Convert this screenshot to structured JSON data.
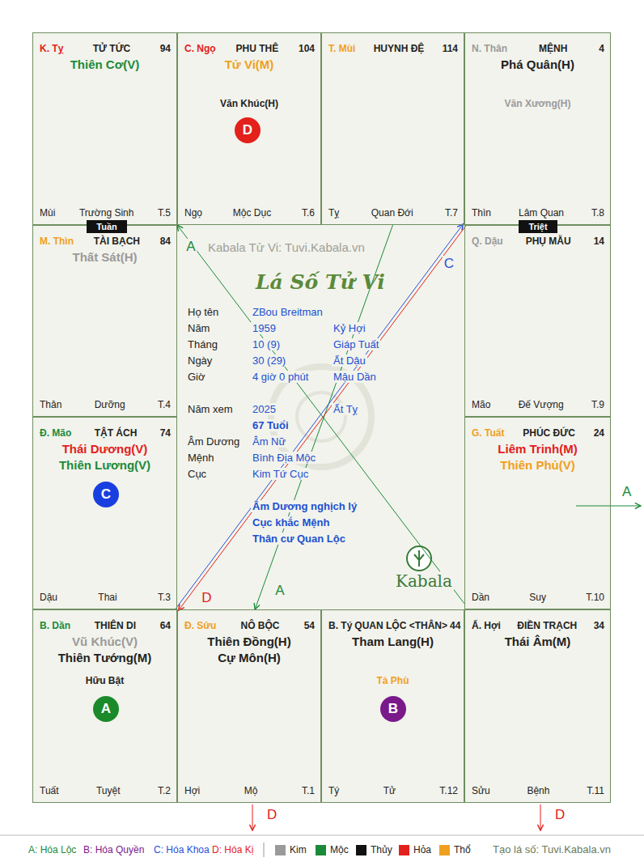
{
  "diagram": {
    "title": "Lá Số Tử Vi",
    "nodes": [
      {
        "text": [
          "K. Tỵ",
          "TỬ TỨC",
          "94",
          "Thiên Cơ(V)",
          "Mùi",
          "Trường Sinh",
          "T.5"
        ]
      },
      {
        "text": [
          "C. Ngọ",
          "PHU THÊ",
          "104",
          "Tử Vi(M)",
          "Văn Khúc(H)",
          "Ngọ",
          "Mộc Dục",
          "T.6"
        ]
      },
      {
        "text": [
          "T. Mùi",
          "HUYNH ĐỆ",
          "114",
          "Tỵ",
          "Quan Đới",
          "T.7"
        ]
      },
      {
        "text": [
          "N. Thân",
          "MỆNH",
          "4",
          "Phá Quân(H)",
          "Văn Xương(H)",
          "Thìn",
          "Lâm Quan",
          "T.8"
        ]
      },
      {
        "text": [
          "M. Thìn",
          "TÀI BẠCH",
          "84",
          "Thất Sát(H)",
          "Thân",
          "Dưỡng",
          "T.4"
        ]
      },
      {
        "text": [
          "Q. Dậu",
          "PHỤ MẪU",
          "14",
          "Mão",
          "Đế Vượng",
          "T.9"
        ]
      },
      {
        "text": [
          "Đ. Mão",
          "TẬT ÁCH",
          "74",
          "Thái Dương(V)",
          "Thiên Lương(V)",
          "Dậu",
          "Thai",
          "T.3"
        ]
      },
      {
        "text": [
          "G. Tuất",
          "PHÚC ĐỨC",
          "24",
          "Liêm Trinh(M)",
          "Thiên Phủ(V)",
          "Dần",
          "Suy",
          "T.10"
        ]
      },
      {
        "text": [
          "B. Dần",
          "THIÊN DI",
          "64",
          "Vũ Khúc(V)",
          "Thiên Tướng(M)",
          "Hữu Bật",
          "Tuất",
          "Tuyệt",
          "T.2"
        ]
      },
      {
        "text": [
          "Đ. Sửu",
          "NÔ BỘC",
          "54",
          "Thiên Đồng(H)",
          "Cự Môn(H)",
          "Hợi",
          "Mộ",
          "T.1"
        ]
      },
      {
        "text": [
          "B. Tý",
          "QUAN LỘC <THÂN>",
          "44",
          "Tham Lang(H)",
          "Tả Phù",
          "Tý",
          "Tử",
          "T.12"
        ]
      },
      {
        "text": [
          "Ấ. Hợi",
          "ĐIỀN TRẠCH",
          "34",
          "Thái Âm(M)",
          "Sửu",
          "Bệnh",
          "T.11"
        ]
      },
      {
        "text": [
          "D"
        ],
        "in": 1
      },
      {
        "text": [
          "C"
        ],
        "in": 6
      },
      {
        "text": [
          "A"
        ],
        "in": 8
      },
      {
        "text": [
          "B"
        ],
        "in": 10
      },
      {
        "text": [
          "Tuần"
        ]
      },
      {
        "text": [
          "Triệt"
        ]
      }
    ],
    "edges": [
      {
        "from": 7,
        "to": 4,
        "arrow": "to",
        "label": "A"
      },
      {
        "from": 2,
        "to": 9,
        "arrow": "to",
        "label": "A"
      },
      {
        "from": 6,
        "to": 3,
        "arrow": "to",
        "label": "C"
      },
      {
        "from": 3,
        "to": 8,
        "arrow": "to",
        "label": "D"
      }
    ],
    "labels": [
      "Kabala Tử Vi: Tuvi.Kabala.vn",
      "Họ tên",
      "ZBou Breitman",
      "Năm",
      "1959",
      "Kỷ Hợi",
      "Tháng",
      "10 (9)",
      "Giáp Tuất",
      "Ngày",
      "30 (29)",
      "Ất Dậu",
      "Giờ",
      "4 giờ 0 phút",
      "Mậu Dần",
      "Năm xem",
      "2025",
      "Ất Tỵ",
      "67 Tuổi",
      "Âm Dương",
      "Âm Nữ",
      "Mệnh",
      "Bình Địa Mộc",
      "Cục",
      "Kim Tứ Cục",
      "Âm Dương nghịch lý",
      "Cục khắc Mệnh",
      "Thân cư Quan Lộc",
      "Kabala",
      "A",
      "D",
      "D",
      "Tạo lá số: Tuvi.Kabala.vn"
    ],
    "legend": [
      {
        "text": "A: Hóa Lộc"
      },
      {
        "text": "B: Hóa Quyền"
      },
      {
        "text": "C: Hóa Khoa"
      },
      {
        "text": "D: Hóa Kị"
      },
      {
        "text": "Kim",
        "color": "#9a9a9a"
      },
      {
        "text": "Mộc",
        "color": "#1a8a3a"
      },
      {
        "text": "Thủy",
        "color": "#111111"
      },
      {
        "text": "Hỏa",
        "color": "#e3201b"
      },
      {
        "text": "Thổ",
        "color": "#f0a020"
      }
    ]
  }
}
